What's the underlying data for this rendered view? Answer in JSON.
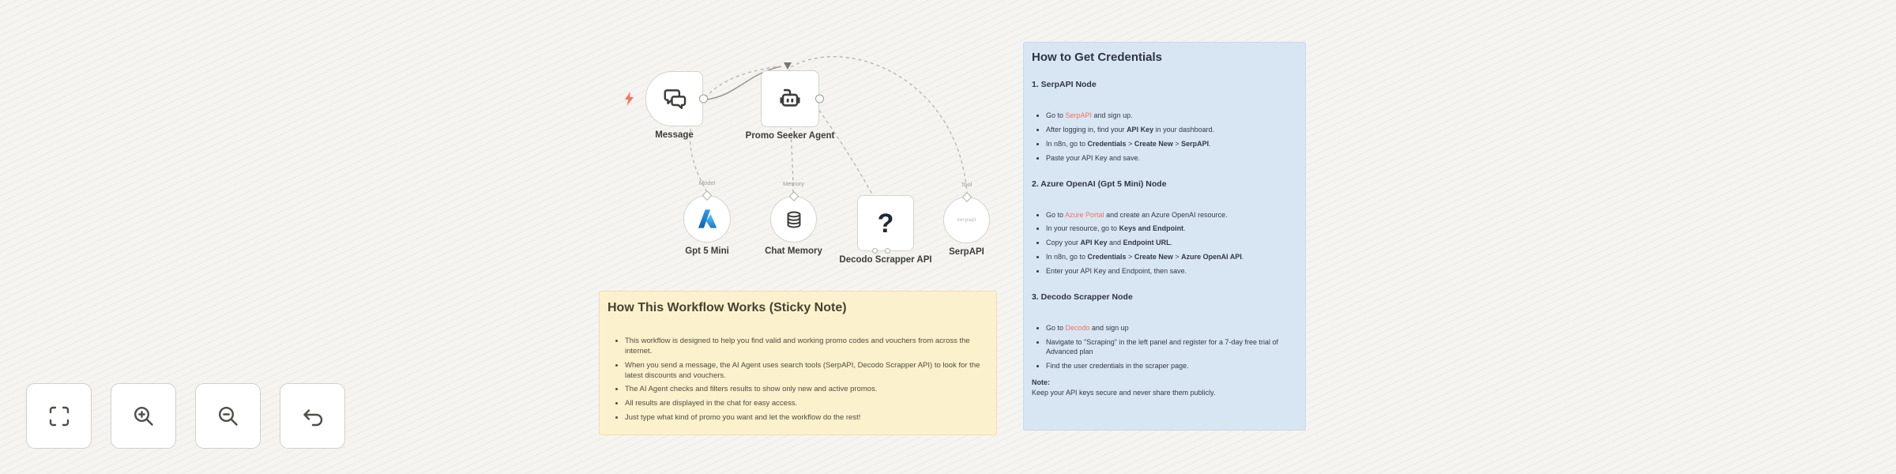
{
  "colors": {
    "accent_red": "#ff6d5a",
    "link_red": "#f4705f",
    "sticky_yellow": "#fcf1cd",
    "sticky_blue": "#d8e6f3"
  },
  "workflow": {
    "nodes": {
      "message": {
        "label": "Message",
        "icon": "chat-bubbles-icon"
      },
      "agent": {
        "label": "Promo Seeker Agent",
        "icon": "robot-icon"
      },
      "gpt": {
        "label": "Gpt 5 Mini",
        "icon": "azure-icon",
        "port_label": "Model"
      },
      "memory": {
        "label": "Chat Memory",
        "icon": "database-icon",
        "port_label": "Memory"
      },
      "decodo": {
        "label": "Decodo Scrapper API",
        "icon_glyph": "?"
      },
      "serpapi": {
        "label": "SerpAPI",
        "logo_text": "serpapi",
        "port_label": "Tool"
      }
    }
  },
  "notes": {
    "workflow_note": {
      "title": "How This Workflow Works (Sticky Note)",
      "bullets": [
        "This workflow is designed to help you find valid and working promo codes and vouchers from across the internet.",
        "When you send a message, the AI Agent uses search tools (SerpAPI, Decodo Scrapper API) to look for the latest discounts and vouchers.",
        "The AI Agent checks and filters results to show only new and active promos.",
        "All results are displayed in the chat for easy access.",
        "Just type what kind of promo you want and let the workflow do the rest!"
      ]
    },
    "credentials_note": {
      "title": "How to Get Credentials",
      "sections": [
        {
          "heading": "1. SerpAPI Node",
          "bullets": [
            [
              {
                "t": "Go to "
              },
              {
                "t": "SerpAPI",
                "r": true
              },
              {
                "t": " and sign up."
              }
            ],
            [
              {
                "t": "After logging in, find your "
              },
              {
                "t": "API Key",
                "b": true
              },
              {
                "t": " in your dashboard."
              }
            ],
            [
              {
                "t": "In n8n, go to "
              },
              {
                "t": "Credentials",
                "b": true
              },
              {
                "t": " > "
              },
              {
                "t": "Create New",
                "b": true
              },
              {
                "t": " > "
              },
              {
                "t": "SerpAPI",
                "b": true
              },
              {
                "t": "."
              }
            ],
            [
              {
                "t": "Paste your API Key and save."
              }
            ]
          ]
        },
        {
          "heading": "2. Azure OpenAI (Gpt 5 Mini) Node",
          "bullets": [
            [
              {
                "t": "Go to "
              },
              {
                "t": "Azure Portal",
                "r": true
              },
              {
                "t": " and create an Azure OpenAI resource."
              }
            ],
            [
              {
                "t": "In your resource, go to "
              },
              {
                "t": "Keys and Endpoint",
                "b": true
              },
              {
                "t": "."
              }
            ],
            [
              {
                "t": "Copy your "
              },
              {
                "t": "API Key",
                "b": true
              },
              {
                "t": " and "
              },
              {
                "t": "Endpoint URL",
                "b": true
              },
              {
                "t": "."
              }
            ],
            [
              {
                "t": "In n8n, go to "
              },
              {
                "t": "Credentials",
                "b": true
              },
              {
                "t": " > "
              },
              {
                "t": "Create New",
                "b": true
              },
              {
                "t": " > "
              },
              {
                "t": "Azure OpenAI API",
                "b": true
              },
              {
                "t": "."
              }
            ],
            [
              {
                "t": "Enter your API Key and Endpoint, then save."
              }
            ]
          ]
        },
        {
          "heading": "3. Decodo Scrapper Node",
          "bullets": [
            [
              {
                "t": "Go to "
              },
              {
                "t": "Decodo",
                "r": true
              },
              {
                "t": " and sign up"
              }
            ],
            [
              {
                "t": "Navigate to \"Scraping\" in the left panel and register for a 7-day free trial of Advanced plan"
              }
            ],
            [
              {
                "t": "Find the user credentials in the scraper page."
              }
            ]
          ]
        }
      ],
      "note_label": "Note:",
      "note_text": "Keep your API keys secure and never share them publicly."
    }
  },
  "controls": {
    "buttons": [
      {
        "name": "fit-view"
      },
      {
        "name": "zoom-in"
      },
      {
        "name": "zoom-out"
      },
      {
        "name": "undo"
      }
    ]
  }
}
